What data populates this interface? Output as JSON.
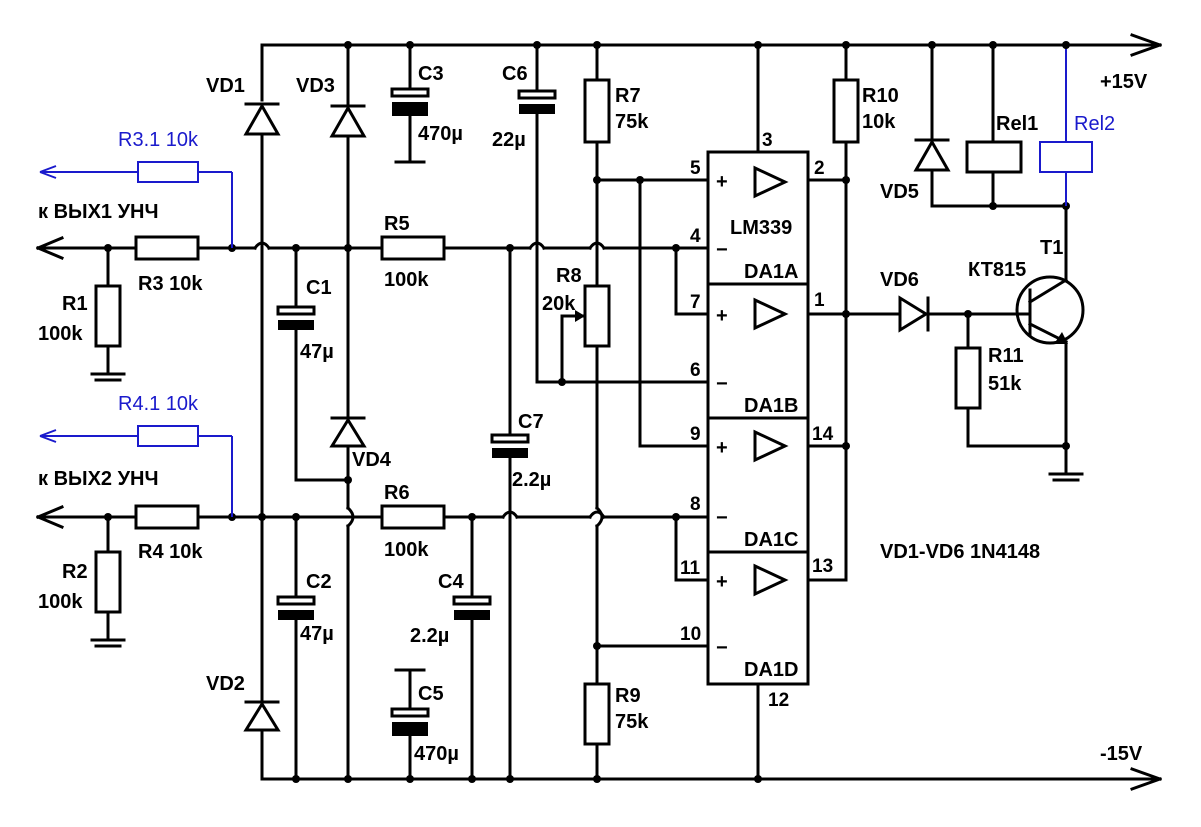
{
  "rails": {
    "positive": "+15V",
    "negative": "-15V"
  },
  "inputs": {
    "out1": "к ВЫХ1 УНЧ",
    "out2": "к ВЫХ2 УНЧ"
  },
  "diodes": {
    "vd1": "VD1",
    "vd2": "VD2",
    "vd3": "VD3",
    "vd4": "VD4",
    "vd5": "VD5",
    "vd6": "VD6",
    "note": "VD1-VD6 1N4148"
  },
  "resistors": {
    "r1_name": "R1",
    "r1_value": "100k",
    "r2_name": "R2",
    "r2_value": "100k",
    "r3": "R3 10k",
    "r4": "R4 10k",
    "r31": "R3.1 10k",
    "r41": "R4.1 10k",
    "r5_name": "R5",
    "r5_value": "100k",
    "r6_name": "R6",
    "r6_value": "100k",
    "r7_name": "R7",
    "r7_value": "75k",
    "r8_name": "R8",
    "r8_value": "20k",
    "r9_name": "R9",
    "r9_value": "75k",
    "r10_name": "R10",
    "r10_value": "10k",
    "r11_name": "R11",
    "r11_value": "51k"
  },
  "capacitors": {
    "c1_name": "C1",
    "c1_value": "47µ",
    "c2_name": "C2",
    "c2_value": "47µ",
    "c3_name": "C3",
    "c3_value": "470µ",
    "c4_name": "C4",
    "c4_value": "2.2µ",
    "c5_name": "C5",
    "c5_value": "470µ",
    "c6_name": "C6",
    "c6_value": "22µ",
    "c7_name": "C7",
    "c7_value": "2.2µ"
  },
  "ic": {
    "part": "LM339",
    "da1a": "DA1A",
    "da1b": "DA1B",
    "da1c": "DA1C",
    "da1d": "DA1D",
    "pins": {
      "p1": "1",
      "p2": "2",
      "p3": "3",
      "p4": "4",
      "p5": "5",
      "p6": "6",
      "p7": "7",
      "p8": "8",
      "p9": "9",
      "p10": "10",
      "p11": "11",
      "p12": "12",
      "p13": "13",
      "p14": "14"
    },
    "plus": "+",
    "minus": "−"
  },
  "transistor": {
    "name": "T1",
    "part": "КТ815"
  },
  "relays": {
    "rel1": "Rel1",
    "rel2": "Rel2"
  },
  "colors": {
    "wire": "#000000",
    "addon": "#1a1acc",
    "background": "#ffffff"
  }
}
